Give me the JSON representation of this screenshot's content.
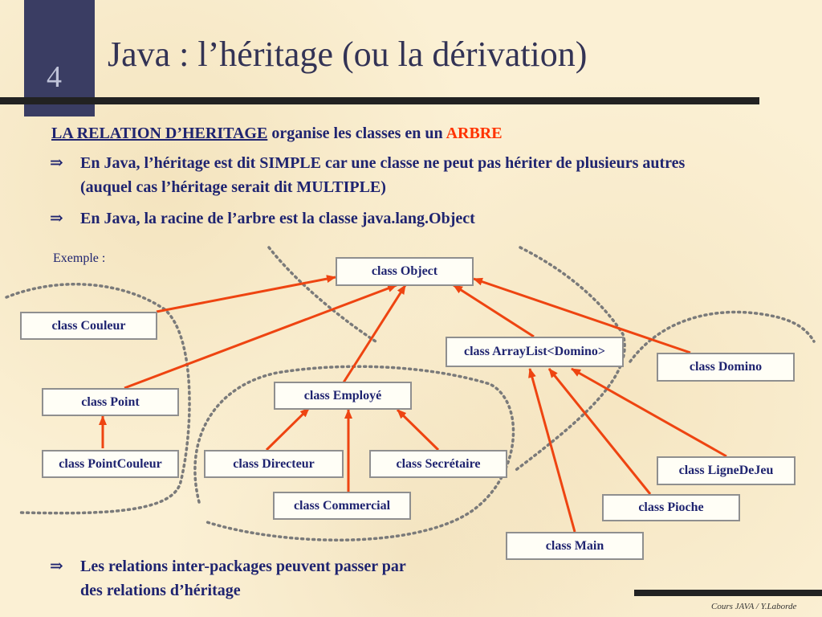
{
  "slide": {
    "number": "4",
    "title": "Java : l’héritage (ou la dérivation)",
    "heading": {
      "underlined": "LA RELATION D’HERITAGE",
      "middle": " organise les classes en un ",
      "highlight": "ARBRE"
    },
    "bullet_symbol": "⇒",
    "bullets": [
      "En Java, l’héritage est dit SIMPLE car une classe ne peut pas hériter de plusieurs autres (auquel cas l’héritage serait dit MULTIPLE)",
      "En Java, la racine de l’arbre est la classe java.lang.Object"
    ],
    "example_label": "Exemple :",
    "bottom_bullet": "Les relations inter-packages peuvent passer par des relations d’héritage",
    "footer": "Cours JAVA / Y.Laborde"
  },
  "diagram": {
    "arrow_color": "#ee4411",
    "package_border_color": "#7a7a7a",
    "classes": {
      "object": "class Object",
      "couleur": "class Couleur",
      "arraylist": "class ArrayList<Domino>",
      "domino": "class Domino",
      "point": "class Point",
      "employe": "class Employé",
      "pointcouleur": "class PointCouleur",
      "directeur": "class Directeur",
      "secretaire": "class Secrétaire",
      "commercial": "class Commercial",
      "lignedejeu": "class LigneDeJeu",
      "pioche": "class Pioche",
      "main": "class Main"
    },
    "edges": [
      {
        "from": "couleur",
        "to": "object"
      },
      {
        "from": "point",
        "to": "object"
      },
      {
        "from": "employe",
        "to": "object"
      },
      {
        "from": "arraylist",
        "to": "object"
      },
      {
        "from": "domino",
        "to": "object"
      },
      {
        "from": "pointcouleur",
        "to": "point"
      },
      {
        "from": "directeur",
        "to": "employe"
      },
      {
        "from": "commercial",
        "to": "employe"
      },
      {
        "from": "secretaire",
        "to": "employe"
      },
      {
        "from": "main",
        "to": "arraylist"
      },
      {
        "from": "pioche",
        "to": "arraylist"
      },
      {
        "from": "lignedejeu",
        "to": "arraylist"
      }
    ]
  }
}
